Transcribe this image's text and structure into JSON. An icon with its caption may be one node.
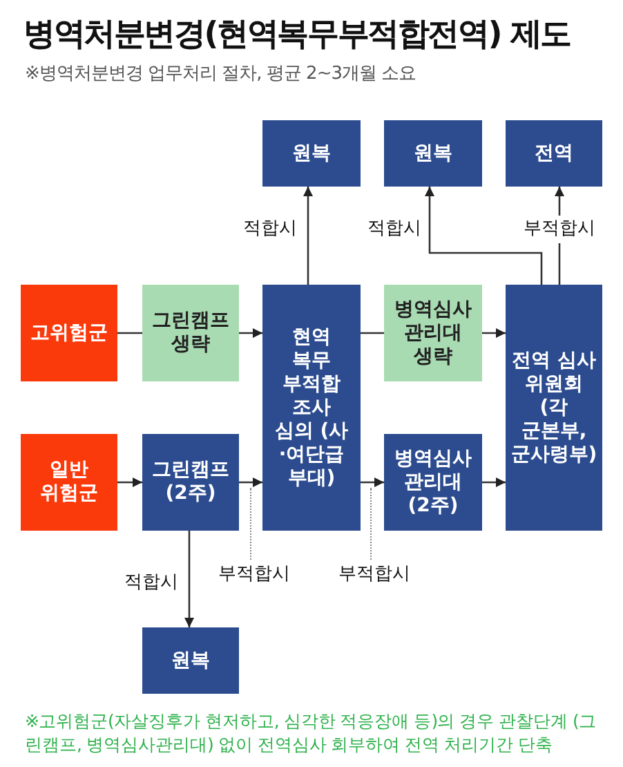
{
  "diagram": {
    "title": "병역처분변경(현역복무부적합전역) 제도",
    "caption": "※고위험군(자살징후가 현저하고, 심각한 적응장애 등)의 경우 관찰단계 (그린캠프, 병역심사관리대) 없이 전역심사 회부하여 전역 처리기간 단축",
    "nodes": [
      {
        "text": [
          "원복"
        ]
      },
      {
        "text": [
          "원복"
        ]
      },
      {
        "text": [
          "전역"
        ]
      },
      {
        "text": [
          "고위험군"
        ]
      },
      {
        "text": [
          "그린캠프 생략"
        ]
      },
      {
        "text": [
          "현역 복무 부적합 조사 심의 (사·여단급 부대)"
        ]
      },
      {
        "text": [
          "병역심사 관리대 생략"
        ]
      },
      {
        "text": [
          "전역 심사 위원회 (각 군본부, 군사령부)"
        ]
      },
      {
        "text": [
          "일반 위험군"
        ]
      },
      {
        "text": [
          "그린캠프 (2주)"
        ]
      },
      {
        "text": [
          "병역심사 관리대 (2주)"
        ]
      },
      {
        "text": [
          "원복"
        ]
      }
    ],
    "edges": [
      {
        "from": 3,
        "to": 4,
        "arrow": "none"
      },
      {
        "from": 4,
        "to": 5,
        "arrow": "to"
      },
      {
        "from": 5,
        "to": 6,
        "arrow": "none"
      },
      {
        "from": 6,
        "to": 7,
        "arrow": "to"
      },
      {
        "from": 8,
        "to": 9,
        "arrow": "to"
      },
      {
        "from": 9,
        "to": 5,
        "arrow": "to",
        "label": "부적합시"
      },
      {
        "from": 5,
        "to": 10,
        "arrow": "to",
        "label": "부적합시"
      },
      {
        "from": 10,
        "to": 7,
        "arrow": "to"
      },
      {
        "from": 5,
        "to": 0,
        "arrow": "to",
        "label": "적합시"
      },
      {
        "from": 7,
        "to": 1,
        "arrow": "to",
        "label": "적합시"
      },
      {
        "from": 7,
        "to": 2,
        "arrow": "to",
        "label": "부적합시"
      },
      {
        "from": 9,
        "to": 11,
        "arrow": "to",
        "label": "적합시"
      }
    ],
    "labels": [
      "※병역처분변경 업무처리 절차, 평균 2~3개월 소요"
    ]
  }
}
